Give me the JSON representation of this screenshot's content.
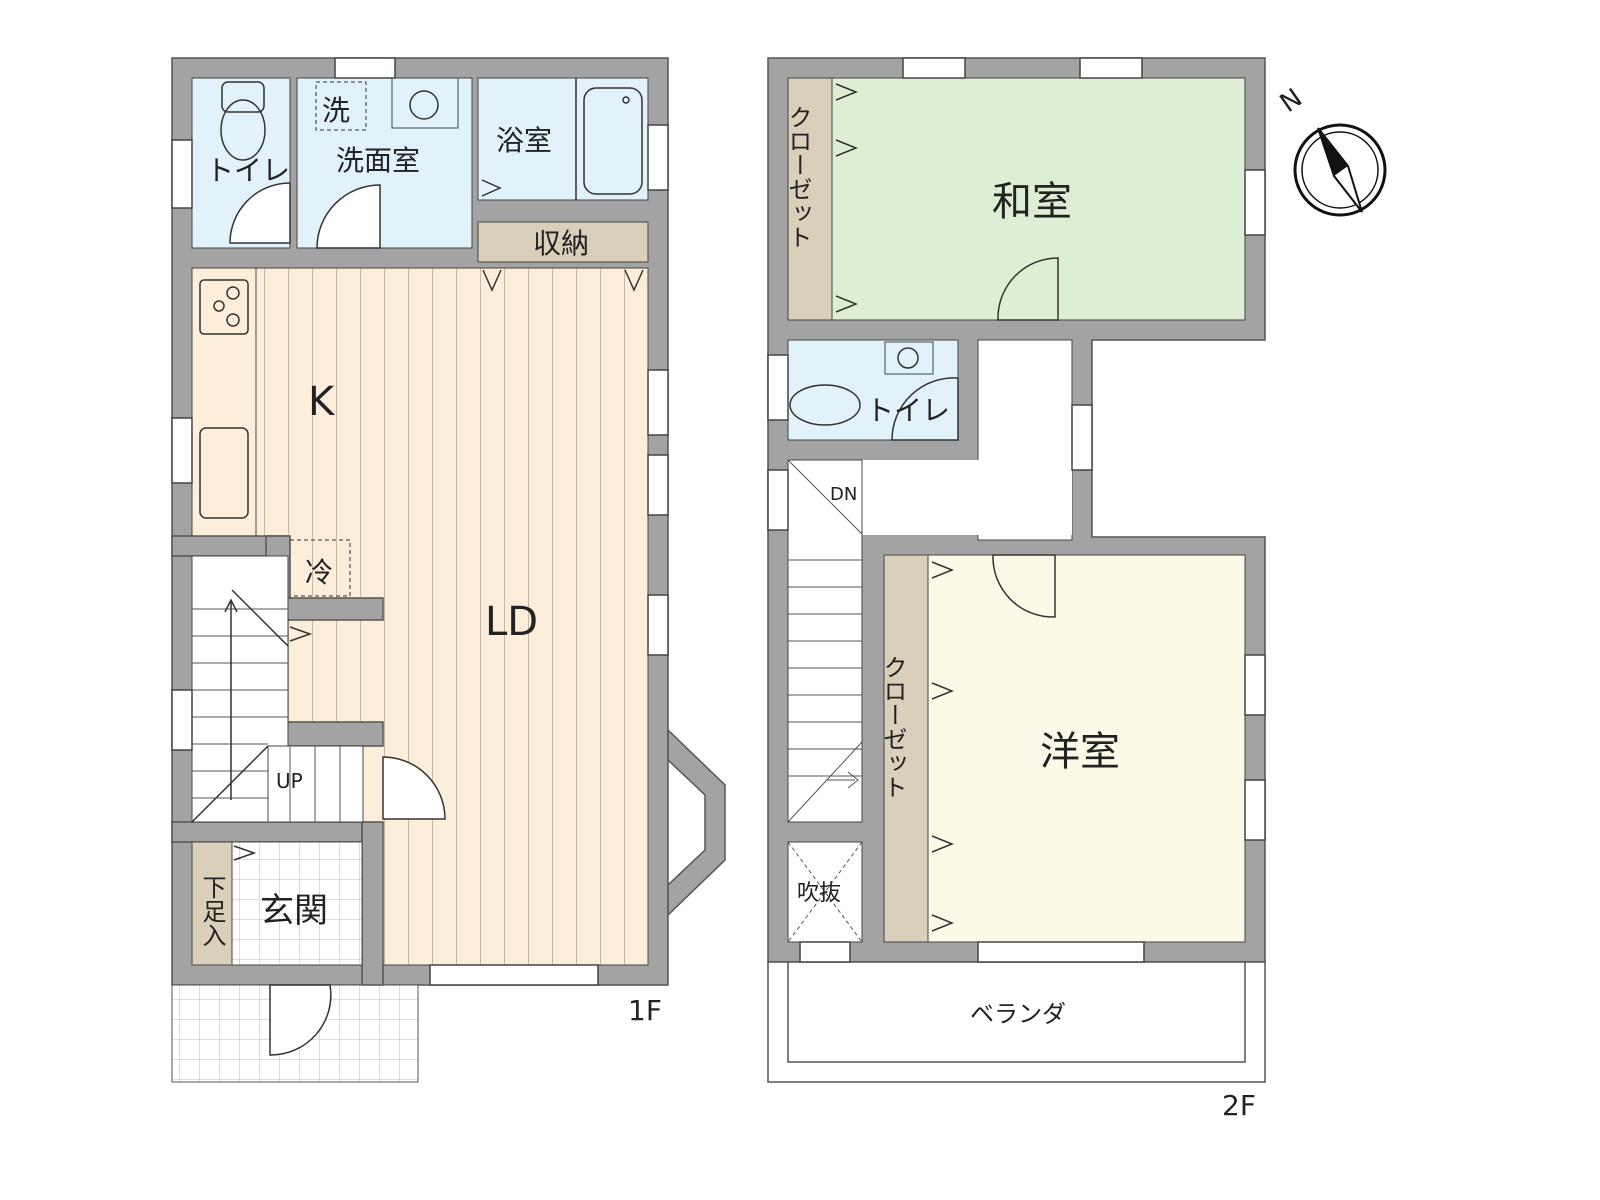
{
  "floor1": {
    "label": "1F",
    "rooms": {
      "toilet": "トイレ",
      "washroom": "洗面室",
      "washer": "洗",
      "bath": "浴室",
      "storage": "収納",
      "kitchen": "K",
      "fridge": "冷",
      "living_dining": "LD",
      "stairs_up": "UP",
      "entrance": "玄関",
      "shoe_cabinet": "下足入"
    }
  },
  "floor2": {
    "label": "2F",
    "rooms": {
      "japanese_room": "和室",
      "closet_1": "クローゼット",
      "toilet": "トイレ",
      "stairs_down": "DN",
      "western_room": "洋室",
      "closet_2": "クローゼット",
      "atrium": "吹抜",
      "veranda": "ベランダ"
    }
  },
  "compass": {
    "north": "N"
  },
  "colors": {
    "wall": "#a3a3a3",
    "wet_area": "#e1f2fb",
    "ld_floor": "#fdeedb",
    "storage": "#d9cfbb",
    "japanese_room": "#dcefd4",
    "western_room": "#fcf9e6"
  }
}
